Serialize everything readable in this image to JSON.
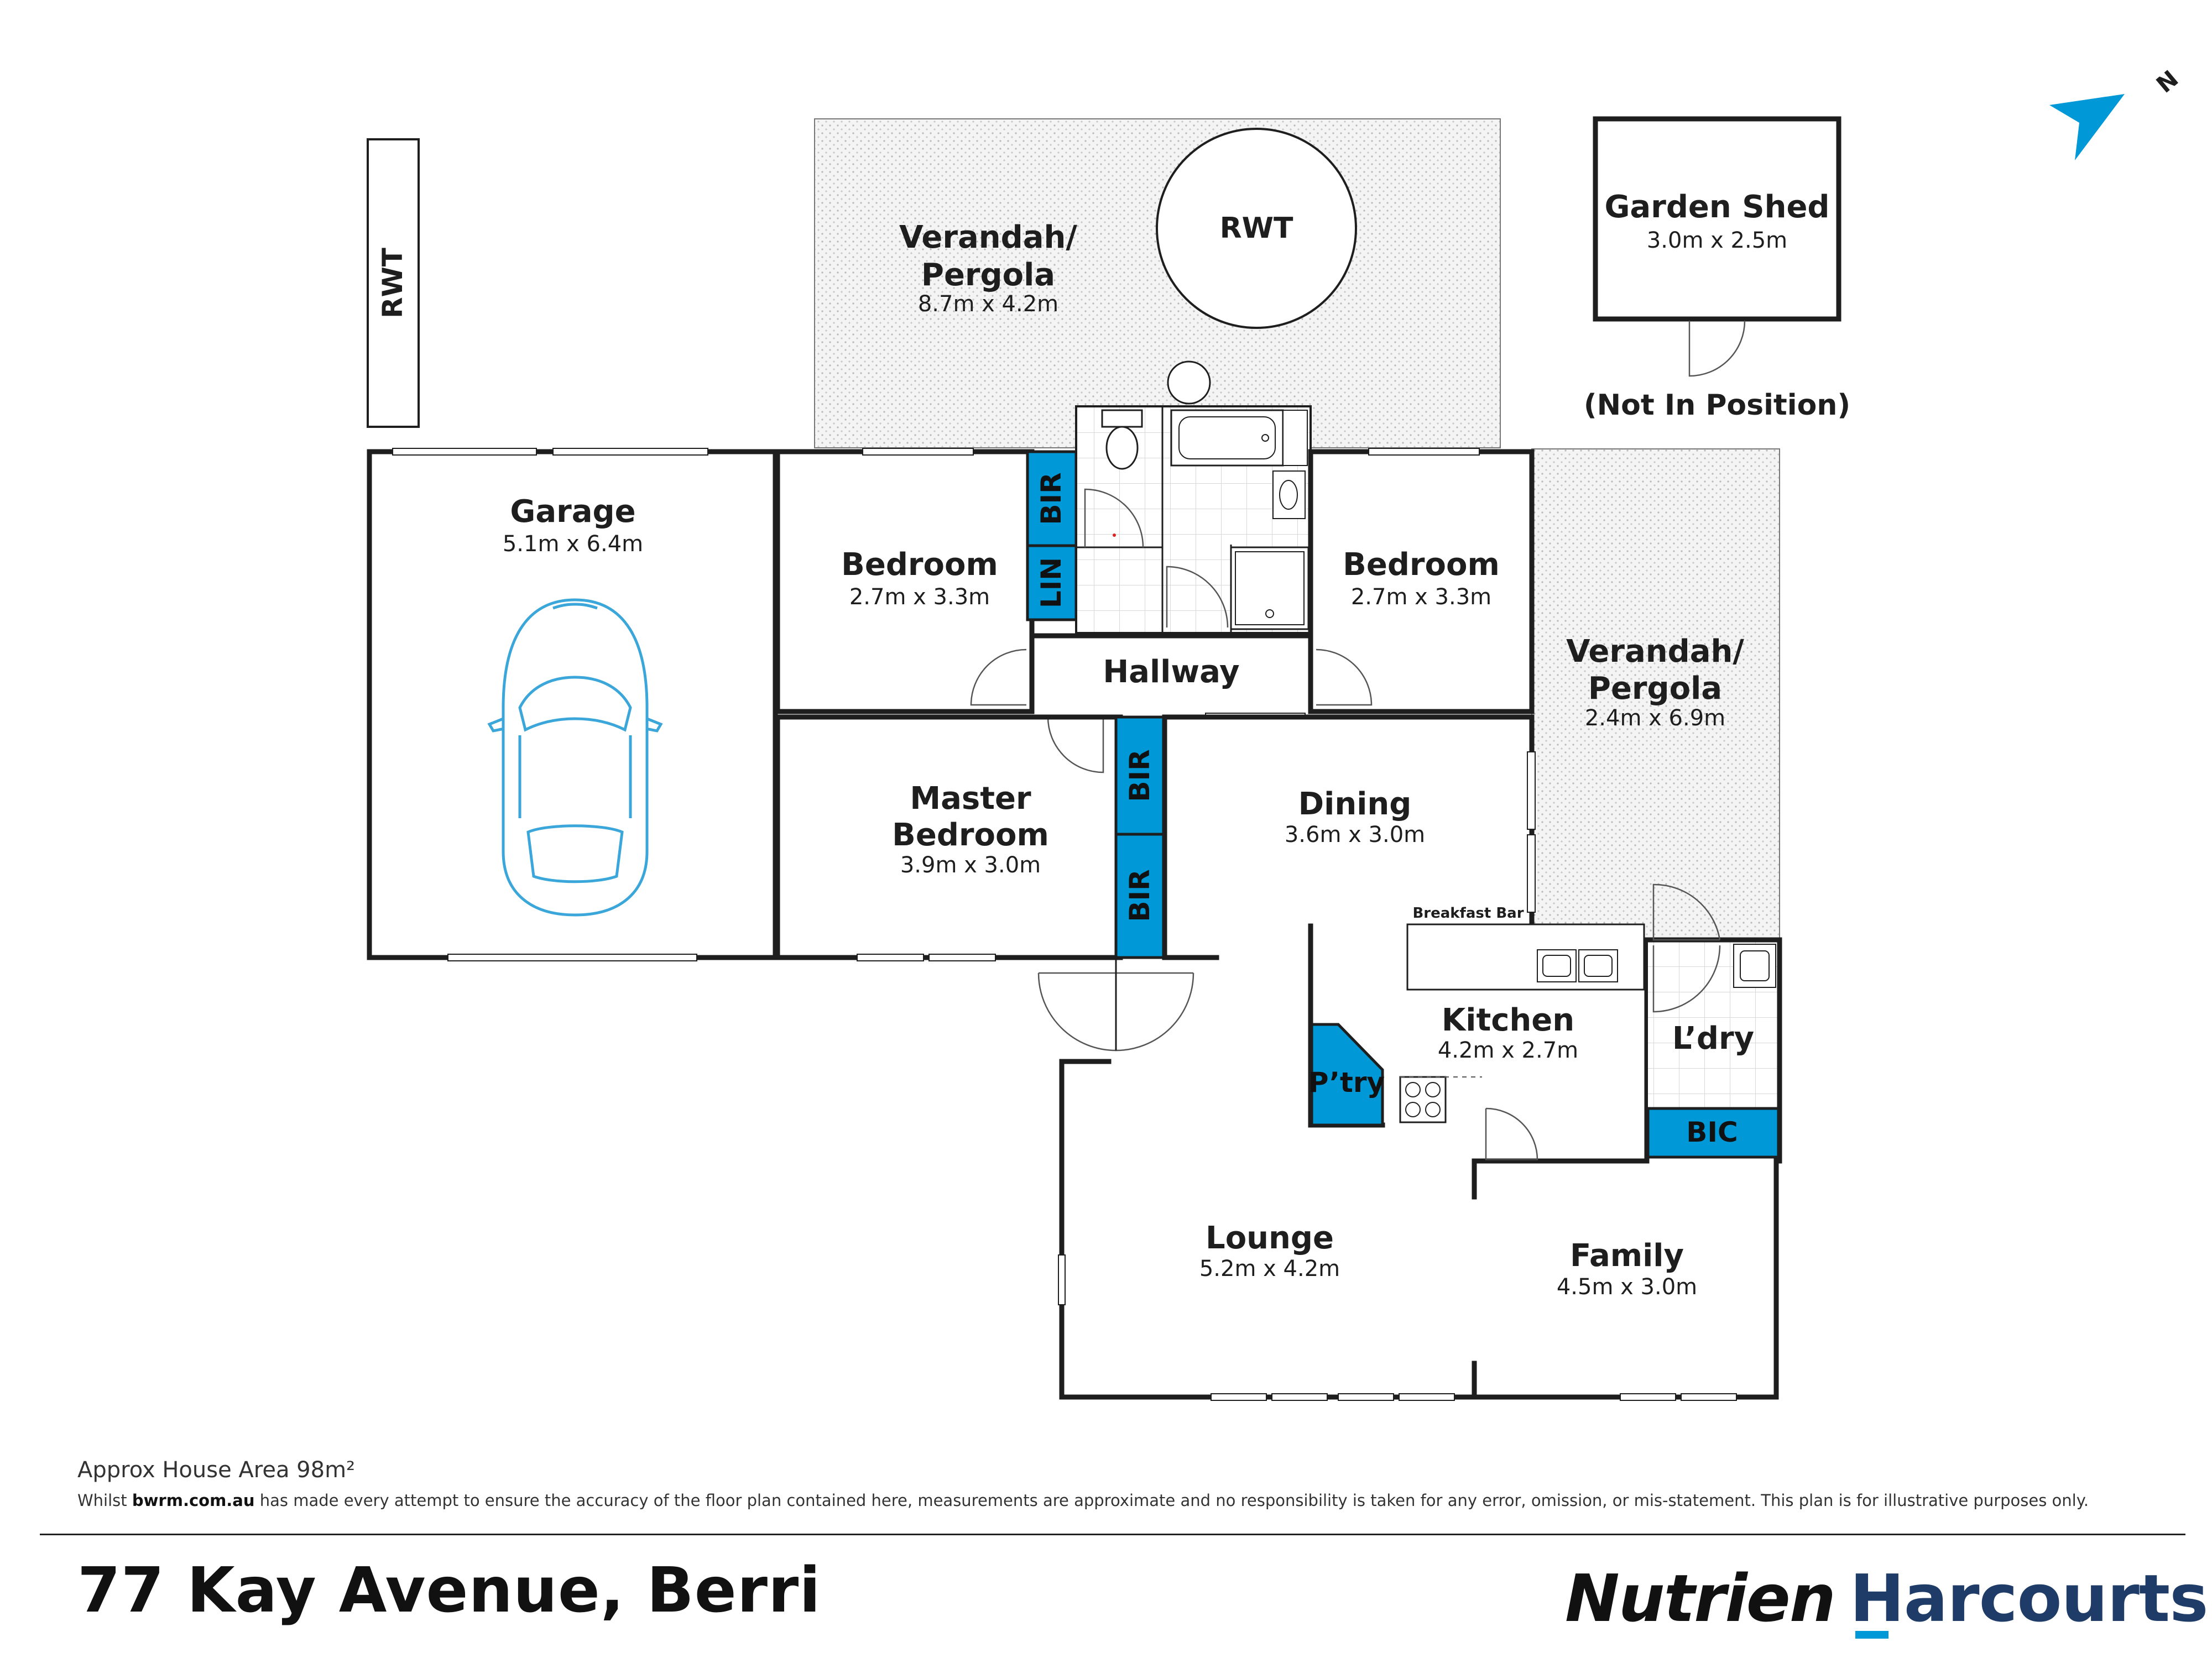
{
  "rooms": {
    "verandah_top": {
      "name1": "Verandah/",
      "name2": "Pergola",
      "dims": "8.7m x 4.2m"
    },
    "rwt_round": "RWT",
    "rwt_side": "RWT",
    "garden_shed": {
      "name": "Garden Shed",
      "dims": "3.0m x 2.5m",
      "note": "(Not In Position)"
    },
    "garage": {
      "name": "Garage",
      "dims": "5.1m x 6.4m"
    },
    "bedroom_left": {
      "name": "Bedroom",
      "dims": "2.7m x 3.3m"
    },
    "bedroom_right": {
      "name": "Bedroom",
      "dims": "2.7m x 3.3m"
    },
    "hallway": {
      "name": "Hallway"
    },
    "verandah_right": {
      "name1": "Verandah/",
      "name2": "Pergola",
      "dims": "2.4m x 6.9m"
    },
    "master": {
      "name1": "Master",
      "name2": "Bedroom",
      "dims": "3.9m x 3.0m"
    },
    "dining": {
      "name": "Dining",
      "dims": "3.6m x 3.0m"
    },
    "breakfast_bar": "Breakfast Bar",
    "kitchen": {
      "name": "Kitchen",
      "dims": "4.2m x 2.7m"
    },
    "laundry": {
      "name": "L’dry"
    },
    "pantry": "P’try",
    "bic": "BIC",
    "lounge": {
      "name": "Lounge",
      "dims": "5.2m x 4.2m"
    },
    "family": {
      "name": "Family",
      "dims": "4.5m x 3.0m"
    }
  },
  "cupboards": {
    "bir": "BIR",
    "lin": "LIN"
  },
  "compass": "N",
  "footer": {
    "area": "Approx House Area 98m²",
    "disclaimer_pre": "Whilst ",
    "disclaimer_site": "bwrm.com.au",
    "disclaimer_post": " has made every attempt to ensure the accuracy of the floor plan contained here, measurements are approximate and no responsibility is taken for any error, omission, or mis-statement. This plan is for illustrative purposes only.",
    "address": "77 Kay Avenue, Berri",
    "brand_left": "Nutrien",
    "brand_right": "Harcourts"
  },
  "colors": {
    "cupboard": "#0098d6",
    "car": "#3aa6d9",
    "brand_blue": "#1f3c68"
  }
}
